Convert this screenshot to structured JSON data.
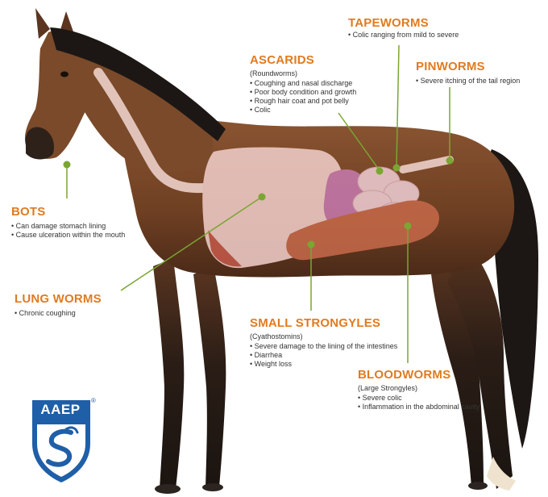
{
  "title_partial": "",
  "parasites": [
    {
      "id": "tapeworms",
      "name": "TAPEWORMS",
      "note": "",
      "items": [
        "Colic ranging from mild to severe"
      ]
    },
    {
      "id": "ascarids",
      "name": "ASCARIDS",
      "note": "(Roundworms)",
      "items": [
        "Coughing and nasal discharge",
        "Poor body condition and growth",
        "Rough hair coat and pot belly",
        "Colic"
      ]
    },
    {
      "id": "pinworms",
      "name": "PINWORMS",
      "note": "",
      "items": [
        "Severe itching of the tail region"
      ]
    },
    {
      "id": "bots",
      "name": "BOTS",
      "note": "",
      "items": [
        "Can damage stomach lining",
        "Cause ulceration within the mouth"
      ]
    },
    {
      "id": "lungworms",
      "name": "LUNG WORMS",
      "note": "",
      "items": [
        "Chronic coughing"
      ]
    },
    {
      "id": "smallstrongyles",
      "name": "SMALL STRONGYLES",
      "note": "(Cyathostomins)",
      "items": [
        "Severe damage to the lining of the intestines",
        "Diarrhea",
        "Weight loss"
      ]
    },
    {
      "id": "bloodworms",
      "name": "BLOODWORMS",
      "note": "(Large Strongyles)",
      "items": [
        "Severe colic",
        "Inflammation in the abdominal cavity"
      ]
    }
  ],
  "logo": {
    "text": "AAEP",
    "mark": "®"
  },
  "colors": {
    "accent_orange": "#e07b20",
    "leader_green": "#7aa632",
    "logo_blue": "#1f5fa8",
    "horse_bay": "#7a4a2a",
    "horse_black": "#1c1714",
    "organ_pink": "#f0c8c0"
  }
}
